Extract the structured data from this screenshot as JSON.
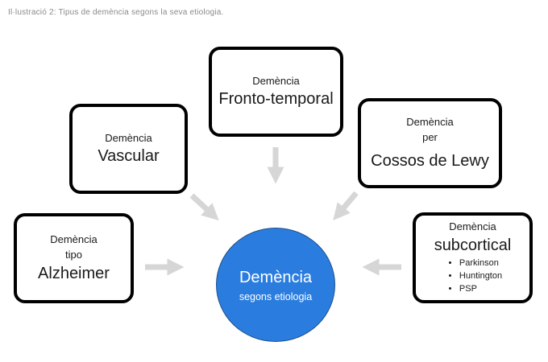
{
  "caption": "Il·lustració 2: Tipus de demència segons la seva etiologia.",
  "center": {
    "title": "Demència",
    "subtitle": "segons etiologia",
    "color": "#2a7ddf"
  },
  "boxes": {
    "alzheimer": {
      "line1": "Demència",
      "line2": "tipo",
      "main": "Alzheimer"
    },
    "vascular": {
      "line1": "Demència",
      "main": "Vascular"
    },
    "frontotemporal": {
      "line1": "Demència",
      "main": "Fronto-temporal"
    },
    "lewy": {
      "line1": "Demència",
      "line2": "per",
      "main": "Cossos de Lewy"
    },
    "subcortical": {
      "line1": "Demència",
      "main": "subcortical",
      "items": [
        "Parkinson",
        "Huntington",
        "PSP"
      ]
    }
  },
  "colors": {
    "box_border": "#000000",
    "arrow": "#d6d6d6"
  }
}
